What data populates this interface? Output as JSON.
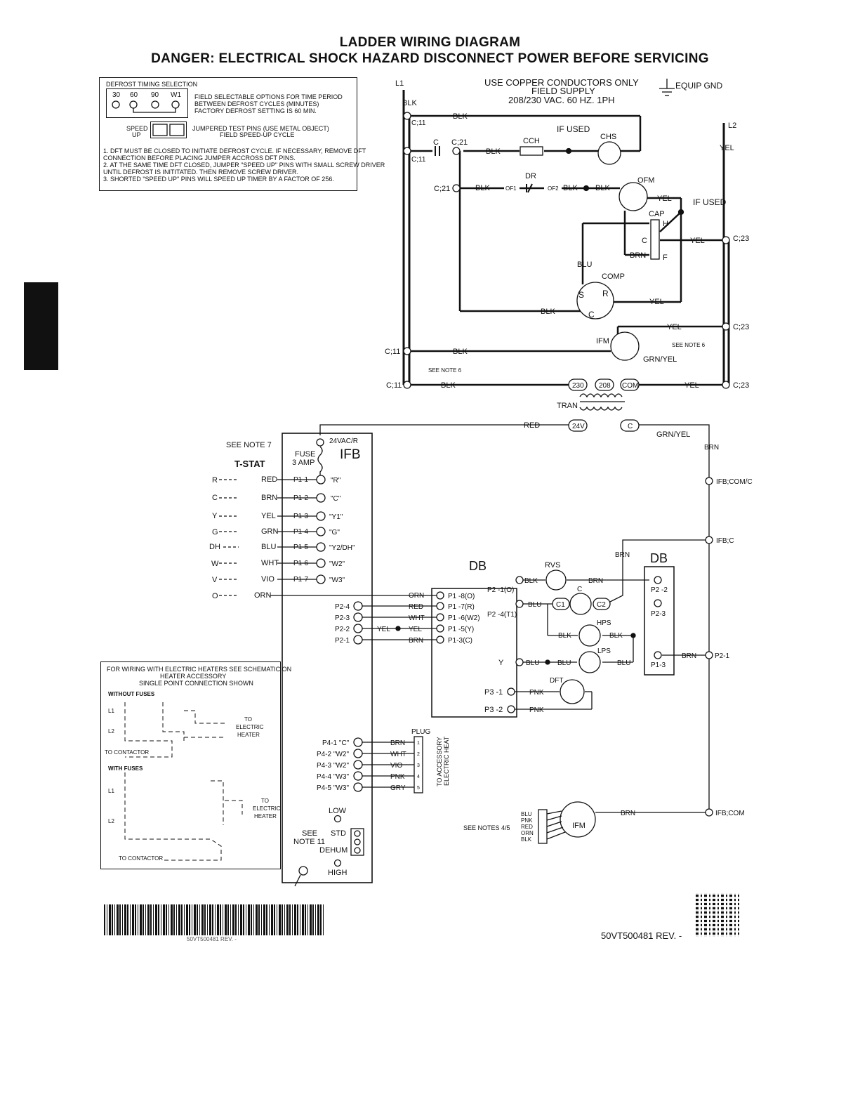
{
  "title": "LADDER WIRING DIAGRAM",
  "warning": "DANGER:  ELECTRICAL SHOCK HAZARD DISCONNECT POWER BEFORE SERVICING",
  "defrost": {
    "heading": "DEFROST TIMING SELECTION",
    "options": [
      "30",
      "60",
      "90",
      "W1"
    ],
    "desc1": "FIELD SELECTABLE OPTIONS FOR TIME PERIOD",
    "desc2": "BETWEEN DEFROST CYCLES (MINUTES)",
    "desc3": "FACTORY DEFROST SETTING IS 60 MIN.",
    "speed1": "SPEED",
    "speed2": "UP",
    "jumper1": "JUMPERED TEST PINS (USE METAL OBJECT)",
    "jumper2": "FIELD SPEED-UP CYCLE",
    "notes": [
      "1.  DFT MUST BE CLOSED TO INITIATE DEFROST CYCLE. IF NECESSARY, REMOVE DFT",
      "     CONNECTION BEFORE PLACING JUMPER ACCROSS DFT PINS.",
      "2.  AT THE SAME TIME DFT CLOSED, JUMPER \"SPEED UP\" PINS WITH SMALL SCREW DRIVER",
      "     UNTIL DEFROST IS  INITITATED.  THEN REMOVE SCREW DRIVER.",
      "3.  SHORTED \"SPEED UP\" PINS WILL SPEED UP TIMER BY A FACTOR OF 256."
    ]
  },
  "supply": {
    "line1": "USE COPPER CONDUCTORS ONLY",
    "line2": "FIELD SUPPLY",
    "line3": "208/230 VAC. 60 HZ. 1PH",
    "equip_gnd": "EQUIP GND"
  },
  "labels": {
    "L1": "L1",
    "L2": "L2",
    "BLK": "BLK",
    "YEL": "YEL",
    "BLU": "BLU",
    "BRN": "BRN",
    "RED": "RED",
    "C11": "C;11",
    "C21": "C;21",
    "C23": "C;23",
    "C": "C",
    "CCH": "CCH",
    "IF_USED": "IF USED",
    "CHS": "CHS",
    "DR": "DR",
    "OF1": "OF1",
    "OF2": "OF2",
    "OFM": "OFM",
    "CAP": "CAP",
    "H": "H",
    "F": "F",
    "COMP": "COMP",
    "S": "S",
    "R": "R",
    "IFM": "IFM",
    "GRNYEL": "GRN/YEL",
    "SEE_NOTE_6": "SEE NOTE 6",
    "T230": "230",
    "T208": "208",
    "COM": "COM",
    "TRAN": "TRAN",
    "V24": "24V",
    "SEE_NOTE_7": "SEE NOTE 7",
    "T_STAT": "T-STAT",
    "FUSE": "FUSE",
    "AMP3": "3 AMP",
    "V24R": "24VAC/R",
    "IFB": "IFB",
    "IFB_COMC": "IFB;COM/C",
    "IFB_C": "IFB;C",
    "IFB_COM": "IFB;COM",
    "P21R": "P2-1",
    "DB": "DB",
    "RVS": "RVS",
    "HPS": "HPS",
    "LPS": "LPS",
    "DFT": "DFT",
    "Y": "Y",
    "C1": "C1",
    "C2": "C2",
    "PNK": "PNK",
    "P2m2": "P2 -2",
    "P23b": "P2-3",
    "P13b": "P1-3",
    "P21O": "P2 -1(O)",
    "P24T": "P2 -4(T1)",
    "P31": "P3 -1",
    "P32": "P3 -2",
    "PLUG": "PLUG",
    "ACC1": "TO ACCESSORY",
    "ACC2": "ELECTRIC HEAT",
    "LOW": "LOW",
    "STD": "STD",
    "SEE": "SEE",
    "NOTE11": "NOTE 11",
    "DEHUM": "DEHUM",
    "HIGH": "HIGH",
    "SEE_NOTES45": "SEE NOTES 4/5",
    "WHT": "WHT",
    "VIO": "VIO",
    "GRY": "GRY",
    "ORN": "ORN",
    "GRN": "GRN"
  },
  "tstat_rows": [
    {
      "term": "R",
      "wire": "RED",
      "pin": "P1-1",
      "sig": "\"R\""
    },
    {
      "term": "C",
      "wire": "BRN",
      "pin": "P1-2",
      "sig": "\"C\""
    },
    {
      "term": "Y",
      "wire": "YEL",
      "pin": "P1-3",
      "sig": "\"Y1\""
    },
    {
      "term": "G",
      "wire": "GRN",
      "pin": "P1-4",
      "sig": "\"G\""
    },
    {
      "term": "DH",
      "wire": "BLU",
      "pin": "P1-5",
      "sig": "\"Y2/DH\""
    },
    {
      "term": "W",
      "wire": "WHT",
      "pin": "P1-6",
      "sig": "\"W2\""
    },
    {
      "term": "V",
      "wire": "VIO",
      "pin": "P1-7",
      "sig": "\"W3\""
    },
    {
      "term": "O",
      "wire": "ORN",
      "pin": "",
      "sig": ""
    }
  ],
  "db_rows": [
    {
      "ifb": "",
      "wire": "ORN",
      "db": "P1 -8(O)"
    },
    {
      "ifb": "P2-4",
      "wire": "RED",
      "db": "P1 -7(R)"
    },
    {
      "ifb": "P2-3",
      "wire": "WHT",
      "db": "P1 -6(W2)"
    },
    {
      "ifb": "P2-2",
      "wire": "YEL",
      "db": "P1 -5(Y)"
    },
    {
      "ifb": "P2-1",
      "wire": "BRN",
      "db": "P1-3(C)"
    }
  ],
  "p4_rows": [
    {
      "pin": "P4-1 \"C\"",
      "wire": "BRN",
      "n": "1"
    },
    {
      "pin": "P4-2 \"W2\"",
      "wire": "WHT",
      "n": "2"
    },
    {
      "pin": "P4-3 \"W2\"",
      "wire": "VIO",
      "n": "3"
    },
    {
      "pin": "P4-4 \"W3\"",
      "wire": "PNK",
      "n": "4"
    },
    {
      "pin": "P4-5 \"W3\"",
      "wire": "GRY",
      "n": "5"
    }
  ],
  "ifm_wires": [
    "BLU",
    "PNK",
    "RED",
    "ORN",
    "BLK"
  ],
  "heater": {
    "heading1": "FOR WIRING WITH ELECTRIC HEATERS SEE SCHEMATIC ON",
    "heading2": "HEATER ACCESSORY",
    "heading3": "SINGLE POINT CONNECTION SHOWN",
    "without": "WITHOUT FUSES",
    "with": "WITH FUSES",
    "to_elec1": "TO",
    "to_elec2": "ELECTRIC",
    "to_elec3": "HEATER",
    "to_contactor": "TO CONTACTOR",
    "L1": "L1",
    "L2": "L2"
  },
  "barcode_text": "50VT500481 REV. -",
  "doc_id": "50VT500481  REV. -"
}
